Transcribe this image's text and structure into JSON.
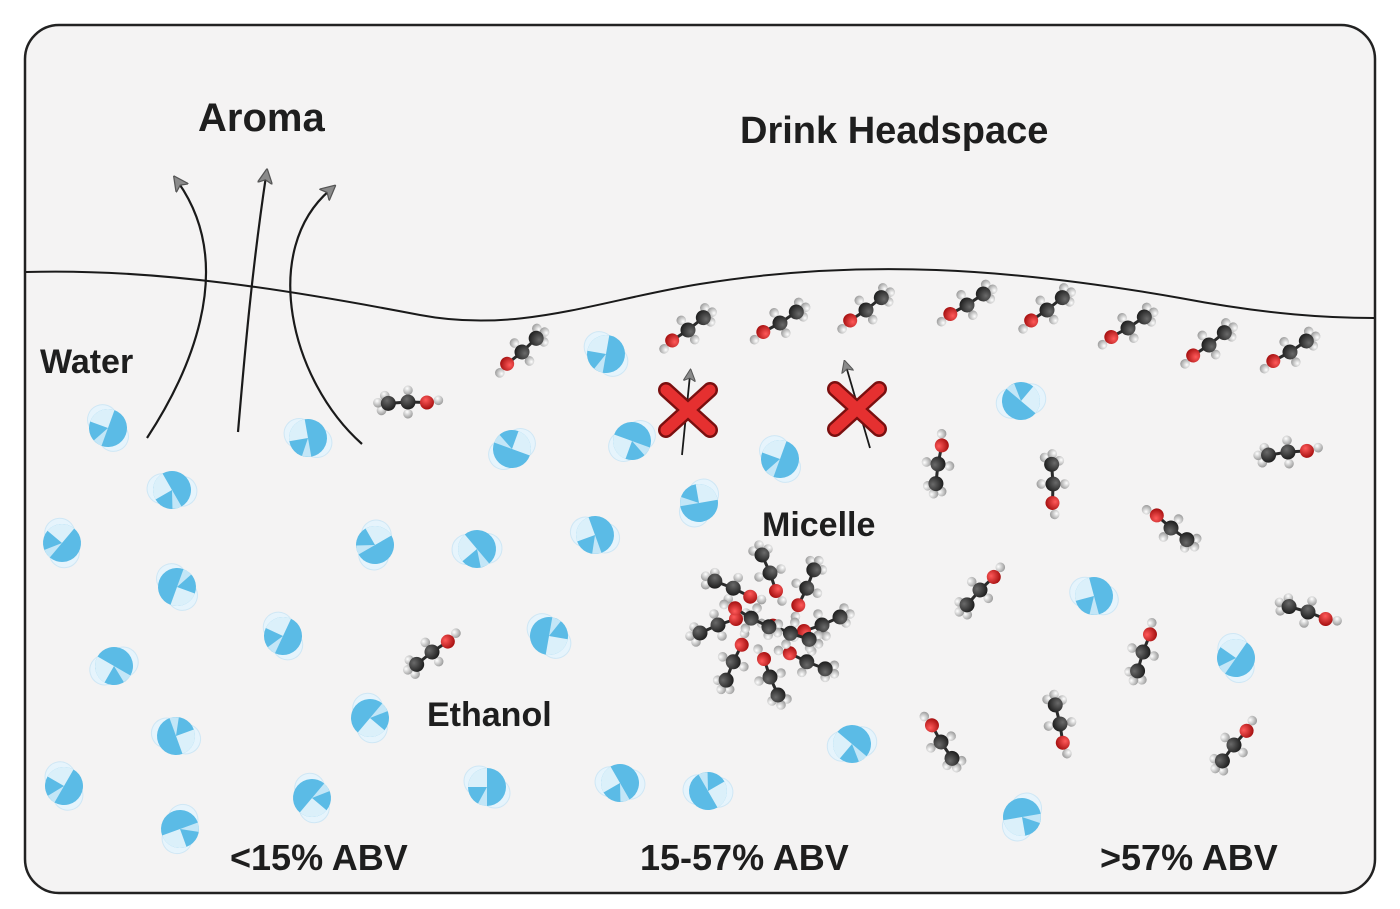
{
  "labels": {
    "aroma": "Aroma",
    "headspace": "Drink Headspace",
    "water": "Water",
    "ethanol": "Ethanol",
    "micelle": "Micelle"
  },
  "zones": [
    "<15% ABV",
    "15-57% ABV",
    ">57% ABV"
  ],
  "colors": {
    "panel_border": "#222222",
    "panel_fill": "#f4f3f3",
    "water_blue": "#5bbbe6",
    "water_light": "#dff1fb",
    "carbon": "#333333",
    "oxygen": "#d21f1f",
    "hydrogen": "#d8d8d8",
    "blocked_x": "#e53030"
  },
  "icons": [
    "up-arrow-icon",
    "blocked-x-icon"
  ]
}
